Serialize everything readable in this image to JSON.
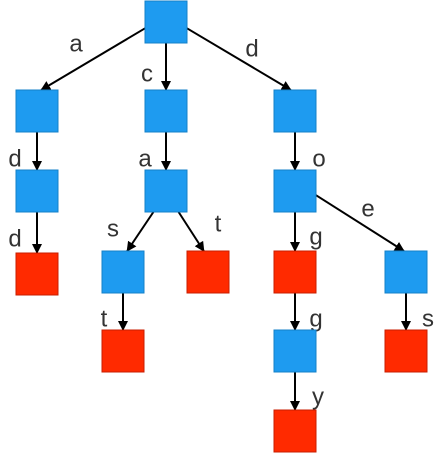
{
  "colors": {
    "internal_node": "#1E9BF0",
    "internal_stroke": "#1480C8",
    "leaf_node": "#FF2A00",
    "leaf_stroke": "#C81E00",
    "edge": "#000000",
    "label": "#333333"
  },
  "trie": {
    "nodes": [
      {
        "id": "root",
        "kind": "internal"
      },
      {
        "id": "a",
        "kind": "internal"
      },
      {
        "id": "c",
        "kind": "internal"
      },
      {
        "id": "d",
        "kind": "internal"
      },
      {
        "id": "ad",
        "kind": "internal"
      },
      {
        "id": "add",
        "kind": "leaf"
      },
      {
        "id": "ca",
        "kind": "internal"
      },
      {
        "id": "cas",
        "kind": "internal"
      },
      {
        "id": "cat",
        "kind": "leaf"
      },
      {
        "id": "cast",
        "kind": "leaf"
      },
      {
        "id": "do",
        "kind": "internal"
      },
      {
        "id": "dog",
        "kind": "leaf"
      },
      {
        "id": "doe",
        "kind": "internal"
      },
      {
        "id": "does",
        "kind": "leaf"
      },
      {
        "id": "dogg",
        "kind": "internal"
      },
      {
        "id": "doggy",
        "kind": "leaf"
      }
    ],
    "edges": [
      {
        "from": "root",
        "to": "a",
        "label": "a"
      },
      {
        "from": "root",
        "to": "c",
        "label": "c"
      },
      {
        "from": "root",
        "to": "d",
        "label": "d"
      },
      {
        "from": "a",
        "to": "ad",
        "label": "d"
      },
      {
        "from": "ad",
        "to": "add",
        "label": "d"
      },
      {
        "from": "c",
        "to": "ca",
        "label": "a"
      },
      {
        "from": "ca",
        "to": "cas",
        "label": "s"
      },
      {
        "from": "ca",
        "to": "cat",
        "label": "t"
      },
      {
        "from": "cas",
        "to": "cast",
        "label": "t"
      },
      {
        "from": "d",
        "to": "do",
        "label": "o"
      },
      {
        "from": "do",
        "to": "dog",
        "label": "g"
      },
      {
        "from": "do",
        "to": "doe",
        "label": "e"
      },
      {
        "from": "doe",
        "to": "does",
        "label": "s"
      },
      {
        "from": "dog",
        "to": "dogg",
        "label": "g"
      },
      {
        "from": "dogg",
        "to": "doggy",
        "label": "y"
      }
    ]
  }
}
